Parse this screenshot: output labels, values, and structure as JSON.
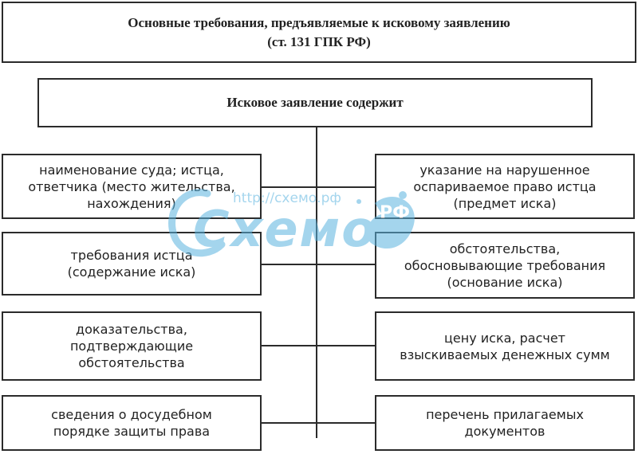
{
  "title": {
    "line1": "Основные требования, предъявляемые к исковому заявлению",
    "line2": "(ст. 131 ГПК РФ)"
  },
  "head": "Исковое заявление содержит",
  "left": [
    {
      "lines": [
        "наименование суда; истца,",
        "ответчика (место жительства,",
        "нахождения)"
      ]
    },
    {
      "lines": [
        "требования истца",
        "(содержание иска)"
      ]
    },
    {
      "lines": [
        "доказательства,",
        "подтверждающие",
        "обстоятельства"
      ]
    },
    {
      "lines": [
        "сведения о досудебном",
        "порядке защиты права"
      ]
    }
  ],
  "right": [
    {
      "lines": [
        "указание на нарушенное",
        "оспариваемое право истца",
        "(предмет иска)"
      ]
    },
    {
      "lines": [
        "обстоятельства,",
        "обосновывающие требования",
        "(основание иска)"
      ]
    },
    {
      "lines": [
        "цену иска, расчет",
        "взыскиваемых денежных сумм"
      ]
    },
    {
      "lines": [
        "перечень прилагаемых",
        "документов"
      ]
    }
  ],
  "watermark": {
    "url": "http://схемо.рф",
    "logo": "Схемо",
    "badge": "РФ",
    "color": "#5ab4e0"
  }
}
